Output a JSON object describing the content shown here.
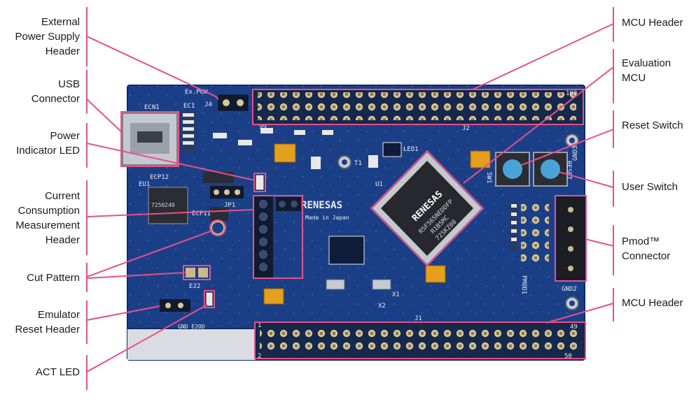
{
  "colors": {
    "callout_line": "#e8508a",
    "board": "#1b3f86",
    "board_edge": "#0f2a63",
    "header_plastic": "#16284c",
    "pin_gold": "#c9b98e",
    "silkscreen": "#e8ecf5",
    "switch_cap": "#4aa3d8"
  },
  "left_labels": [
    {
      "id": "external-power-supply-header",
      "lines": [
        "External",
        "Power Supply",
        "Header"
      ]
    },
    {
      "id": "usb-connector",
      "lines": [
        "USB",
        "Connector"
      ]
    },
    {
      "id": "power-indicator-led",
      "lines": [
        "Power",
        "Indicator LED"
      ]
    },
    {
      "id": "current-consumption-measurement-header",
      "lines": [
        "Current",
        "Consumption",
        "Measurement",
        "Header"
      ]
    },
    {
      "id": "cut-pattern",
      "lines": [
        "Cut Pattern"
      ]
    },
    {
      "id": "emulator-reset-header",
      "lines": [
        "Emulator",
        "Reset Header"
      ]
    },
    {
      "id": "act-led",
      "lines": [
        "ACT LED"
      ]
    }
  ],
  "right_labels": [
    {
      "id": "mcu-header-top",
      "lines": [
        "MCU Header"
      ]
    },
    {
      "id": "evaluation-mcu",
      "lines": [
        "Evaluation",
        "MCU"
      ]
    },
    {
      "id": "reset-switch",
      "lines": [
        "Reset Switch"
      ]
    },
    {
      "id": "user-switch",
      "lines": [
        "User Switch"
      ]
    },
    {
      "id": "pmod-connector",
      "lines": [
        "Pmod™",
        "Connector"
      ]
    },
    {
      "id": "mcu-header-bottom",
      "lines": [
        "MCU Header"
      ]
    }
  ],
  "board_text": {
    "chip_brand": "RENESAS",
    "chip_marking_1": "R5F565NEDDFP",
    "chip_marking_2": "R1B5MC",
    "chip_marking_3": "725KZ00",
    "made_in": "Made in Japan",
    "usb_ref": "ECN1",
    "ec1": "EC1",
    "ex_pow": "Ex.POW",
    "j4": "J4",
    "j2": "J2",
    "j1": "J1",
    "u1": "U1",
    "t1": "T1",
    "led1": "LED1",
    "gnd3": "GND3",
    "gnd2": "GND2",
    "pmod1": "PMOD1",
    "jp1": "JP1",
    "ecp12": "ECP12",
    "eu1": "EU1",
    "ecp11": "ECP11",
    "ej2": "EJ2",
    "x1": "X1",
    "x2": "X2",
    "sw1": "SW1",
    "reset_sw": "RESET",
    "pin_99": "99",
    "pin_100": "100",
    "pin_1": "1",
    "pin_2": "2",
    "pin_49": "49",
    "pin_50": "50",
    "ic_small": "7250240",
    "gnd_e2od": "GND E2OD"
  }
}
